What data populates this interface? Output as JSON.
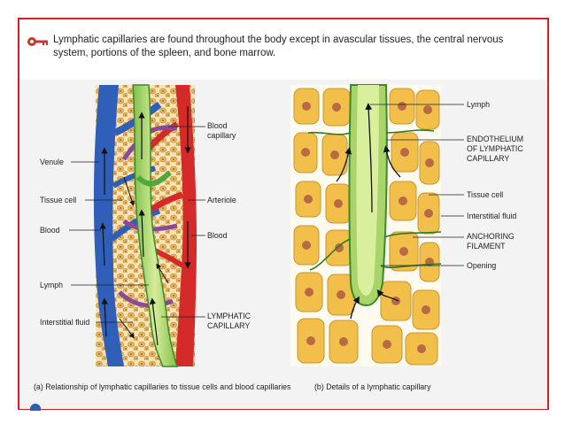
{
  "headline": "Lymphatic capillaries are found throughout the body except in avascular tissues, the central nervous system, portions of the spleen, and bone marrow.",
  "panel_a": {
    "caption": "(a) Relationship of lymphatic capillaries to tissue cells and blood capillaries",
    "labels": {
      "venule": "Venule",
      "tissue_cell": "Tissue cell",
      "blood_left": "Blood",
      "lymph": "Lymph",
      "interstitial_fluid": "Interstitial fluid",
      "blood_capillary_1": "Blood",
      "blood_capillary_2": "capillary",
      "arteriole": "Arteriole",
      "blood_right": "Blood",
      "lymphatic_capillary_1": "LYMPHATIC",
      "lymphatic_capillary_2": "CAPILLARY"
    }
  },
  "panel_b": {
    "caption": "(b) Details of a lymphatic capillary",
    "labels": {
      "lymph": "Lymph",
      "endothelium_1": "ENDOTHELIUM",
      "endothelium_2": "OF LYMPHATIC",
      "endothelium_3": "CAPILLARY",
      "tissue_cell": "Tissue cell",
      "interstitial_fluid": "Interstitial fluid",
      "anchoring_1": "ANCHORING",
      "anchoring_2": "FILAMENT",
      "opening": "Opening"
    }
  },
  "colors": {
    "frame": "#d32020",
    "vein": "#2f5fb8",
    "artery": "#d42a2a",
    "capillary_purple": "#8a4a9a",
    "lymph_green": "#4fa83a",
    "lymph_light": "#b9dc7a",
    "cell_fill": "#f1bf4a",
    "cell_nucleus": "#b86a45"
  }
}
